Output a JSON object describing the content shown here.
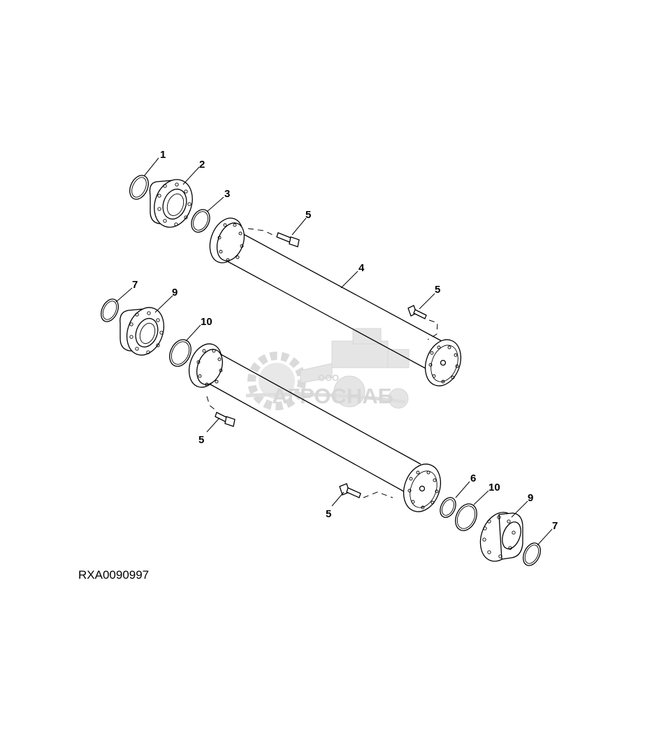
{
  "diagram": {
    "reference_code": "RXA0090997",
    "watermark": {
      "prefix": "ООО",
      "brand": "АГРОСНАБ"
    },
    "callouts": [
      {
        "id": "c1",
        "label": "1"
      },
      {
        "id": "c2",
        "label": "2"
      },
      {
        "id": "c3",
        "label": "3"
      },
      {
        "id": "c4",
        "label": "4"
      },
      {
        "id": "c5a",
        "label": "5"
      },
      {
        "id": "c5b",
        "label": "5"
      },
      {
        "id": "c5c",
        "label": "5"
      },
      {
        "id": "c5d",
        "label": "5"
      },
      {
        "id": "c6",
        "label": "6"
      },
      {
        "id": "c7a",
        "label": "7"
      },
      {
        "id": "c7b",
        "label": "7"
      },
      {
        "id": "c9a",
        "label": "9"
      },
      {
        "id": "c9b",
        "label": "9"
      },
      {
        "id": "c10a",
        "label": "10"
      },
      {
        "id": "c10b",
        "label": "10"
      }
    ]
  }
}
